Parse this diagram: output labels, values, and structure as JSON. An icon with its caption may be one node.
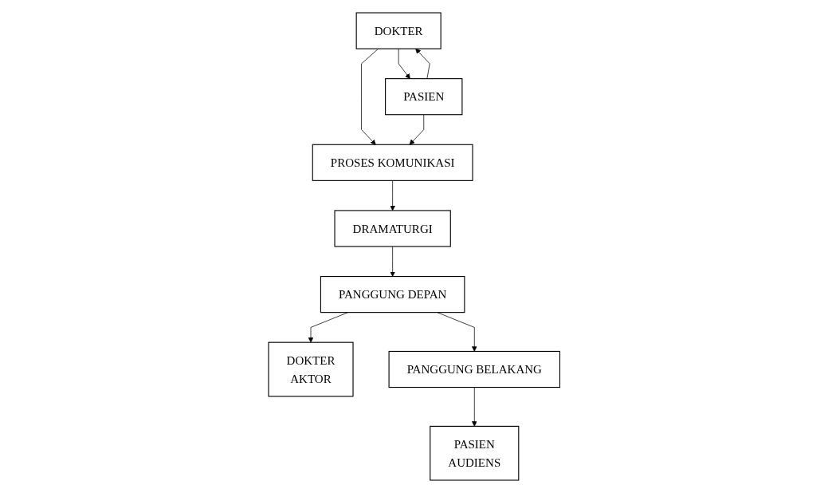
{
  "diagram": {
    "nodes": [
      {
        "text": [
          "DOKTER"
        ]
      },
      {
        "text": [
          "PASIEN"
        ]
      },
      {
        "text": [
          "PROSES KOMUNIKASI"
        ]
      },
      {
        "text": [
          "DRAMATURGI"
        ]
      },
      {
        "text": [
          "DOKTER",
          "AKTOR"
        ]
      },
      {
        "text": [
          "PANGGUNG DEPAN"
        ]
      },
      {
        "text": [
          "PANGGUNG BELAKANG"
        ]
      },
      {
        "text": [
          "PASIEN",
          "AUDIENS"
        ]
      }
    ],
    "edges": [
      {
        "from": 0,
        "to": 1,
        "arrow": "to"
      },
      {
        "from": 1,
        "to": 0,
        "arrow": "to"
      },
      {
        "from": 0,
        "to": 2,
        "arrow": "to"
      },
      {
        "from": 1,
        "to": 2,
        "arrow": "to"
      },
      {
        "from": 2,
        "to": 3,
        "arrow": "to"
      },
      {
        "from": 3,
        "to": 5,
        "arrow": "to"
      },
      {
        "from": 5,
        "to": 4,
        "arrow": "to"
      },
      {
        "from": 5,
        "to": 6,
        "arrow": "to"
      },
      {
        "from": 6,
        "to": 7,
        "arrow": "to"
      }
    ]
  }
}
